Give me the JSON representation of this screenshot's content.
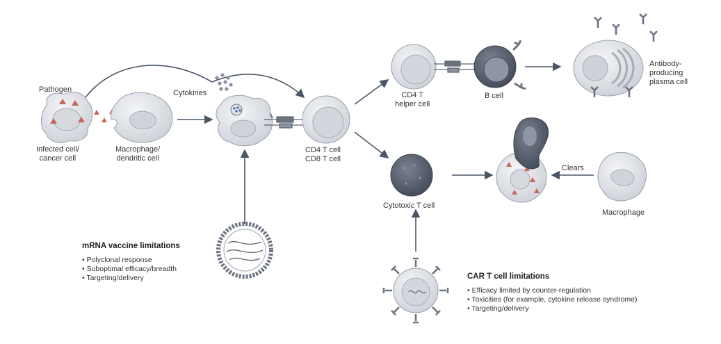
{
  "labels": {
    "pathogen": "Pathogen",
    "infected_cell": [
      "Infected cell/",
      "cancer cell"
    ],
    "macrophage_dendritic": [
      "Macrophage/",
      "dendritic cell"
    ],
    "cytokines": "Cytokines",
    "cd4_cd8": [
      "CD4 T cell",
      "CD8 T cell"
    ],
    "cd4_helper": [
      "CD4 T",
      "helper cell"
    ],
    "b_cell": "B cell",
    "plasma_cell": [
      "Antibody-",
      "producing",
      "plasma cell"
    ],
    "cytotoxic": "Cytotoxic T cell",
    "clears": "Clears",
    "macrophage": "Macrophage"
  },
  "mrna_box": {
    "title": "mRNA vaccine limitations",
    "items": [
      "Polyclonal response",
      "Suboptimal efficacy/breadth",
      "Targeting/delivery"
    ]
  },
  "car_box": {
    "title": "CAR T cell limitations",
    "items": [
      "Efficacy limited by counter-regulation",
      "Toxicities (for example, cytokine release syndrome)",
      "Targeting/delivery"
    ]
  },
  "colors": {
    "cell_light": "#e6e8ec",
    "cell_dark": "#5d6472",
    "pathogen": "#c8665a",
    "arrow": "#4a5566"
  }
}
